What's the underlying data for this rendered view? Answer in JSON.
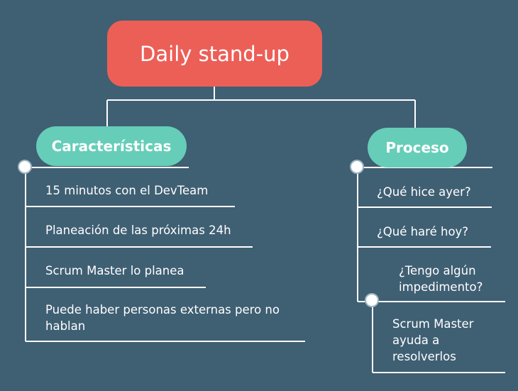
{
  "root": {
    "label": "Daily stand-up"
  },
  "left_branch": {
    "title": "Características",
    "items": [
      "15 minutos con el DevTeam",
      "Planeación de las próximas 24h",
      "Scrum Master lo planea",
      "Puede haber personas externas pero no hablan"
    ]
  },
  "right_branch": {
    "title": "Proceso",
    "items": [
      "¿Qué hice ayer?",
      "¿Qué haré hoy?",
      "¿Tengo algún impedimento?"
    ],
    "sub_item": "Scrum Master ayuda a resolverlos"
  },
  "colors": {
    "background": "#3f5f73",
    "root": "#ec5f57",
    "pill": "#66cdb8",
    "line": "#ffffff"
  }
}
